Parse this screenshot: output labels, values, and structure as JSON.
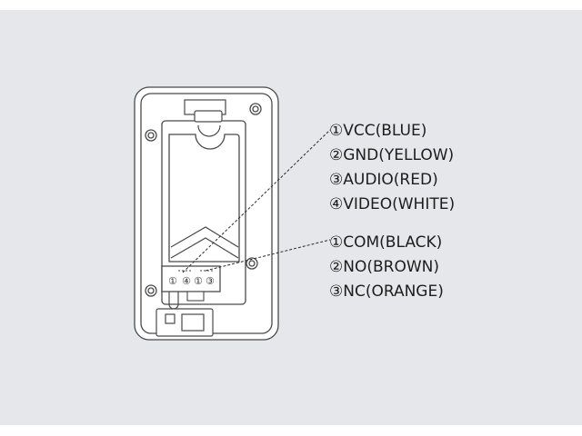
{
  "colors": {
    "background": "#e5e7eb",
    "outline": "#4a4a4a",
    "device_fill": "#ffffff",
    "text": "#1d1d1d"
  },
  "connector_pins": {
    "pin_a": "①",
    "pin_b": "④",
    "pin_c": "①",
    "pin_d": "③"
  },
  "wire_groups": [
    {
      "labels": [
        "①VCC(BLUE)",
        "②GND(YELLOW)",
        "③AUDIO(RED)",
        "④VIDEO(WHITE)"
      ]
    },
    {
      "labels": [
        "①COM(BLACK)",
        "②NO(BROWN)",
        "③NC(ORANGE)"
      ]
    }
  ]
}
